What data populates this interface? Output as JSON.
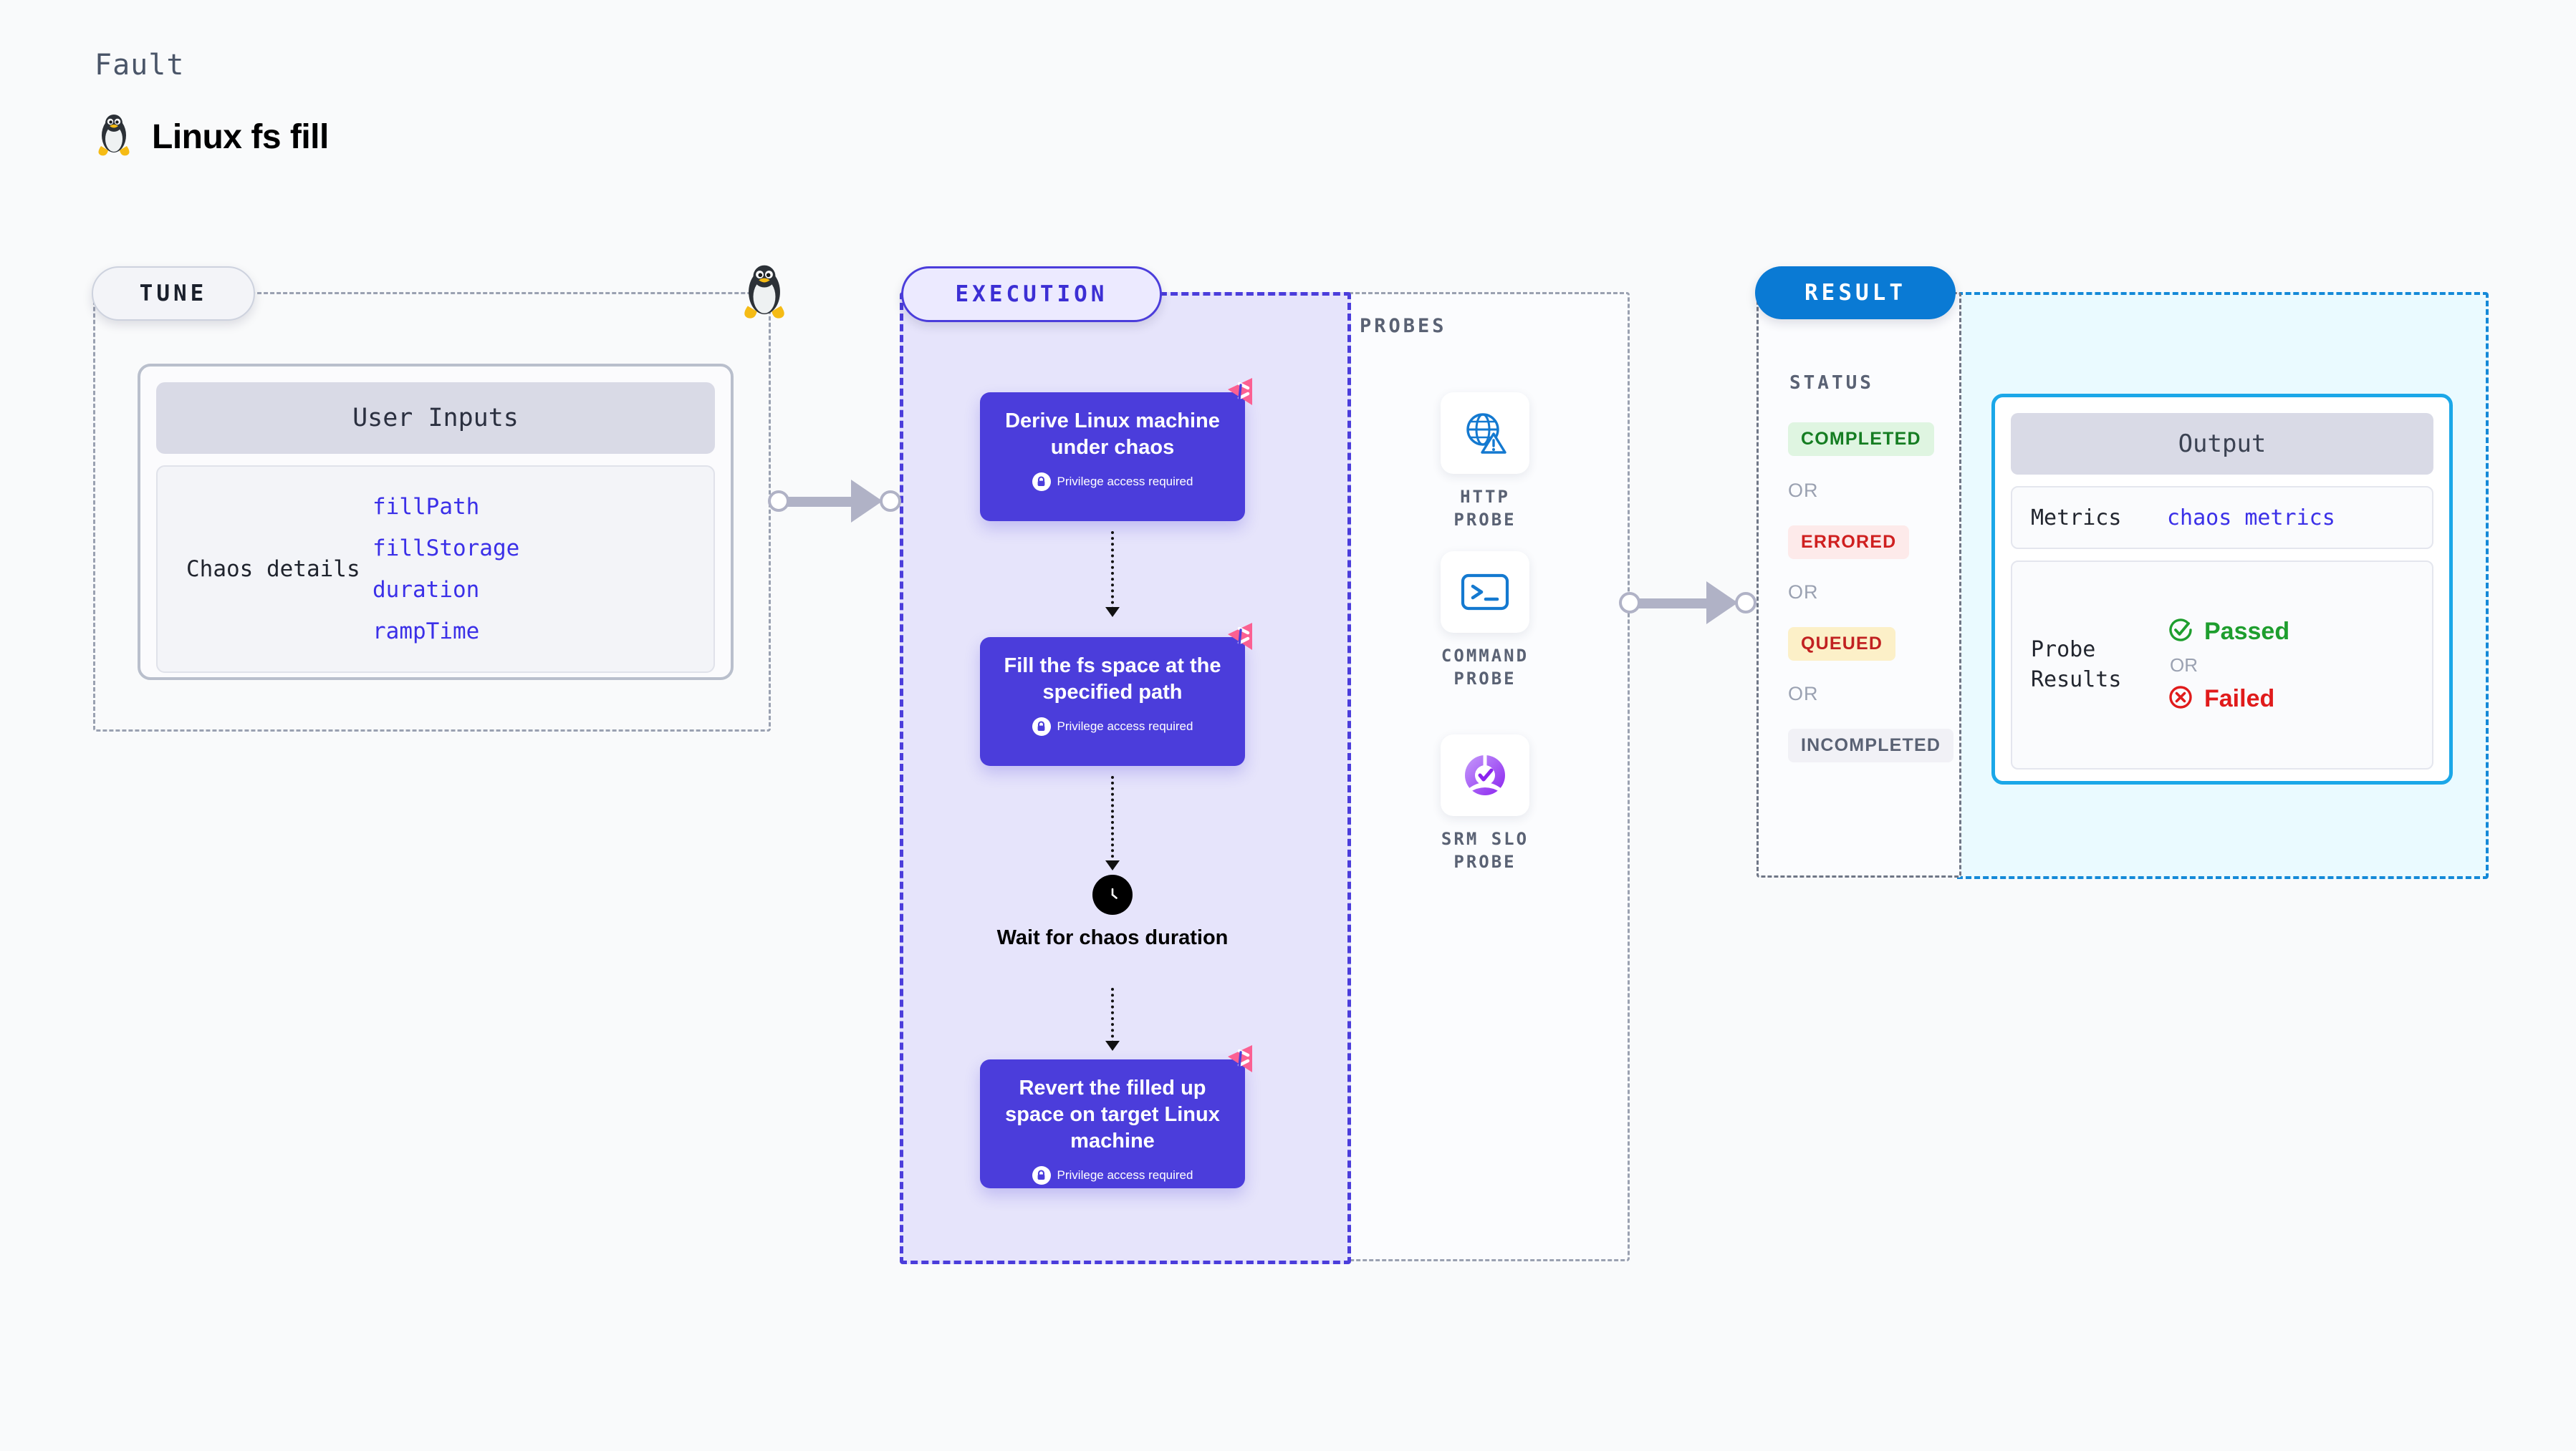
{
  "header": {
    "fault_label": "Fault",
    "fault_title": "Linux fs fill",
    "fault_icon": "linux-penguin-icon"
  },
  "tune": {
    "pill_label": "TUNE",
    "border_icon": "linux-penguin-icon",
    "card": {
      "header": "User Inputs",
      "row_label": "Chaos details",
      "params": [
        "fillPath",
        "fillStorage",
        "duration",
        "rampTime"
      ]
    }
  },
  "execution": {
    "pill_label": "EXECUTION",
    "steps": [
      {
        "title": "Derive Linux machine under chaos",
        "privilege": "Privilege access required",
        "badge": "harness-logo-icon",
        "lock": "lock-icon"
      },
      {
        "title": "Fill the fs space at the specified path",
        "privilege": "Privilege access required",
        "badge": "harness-logo-icon",
        "lock": "lock-icon"
      },
      {
        "title": "Revert the filled up space on target Linux machine",
        "privilege": "Privilege access required",
        "badge": "harness-logo-icon",
        "lock": "lock-icon"
      }
    ],
    "wait": {
      "label": "Wait for chaos duration",
      "icon": "clock-icon"
    }
  },
  "probes": {
    "section_label": "PROBES",
    "items": [
      {
        "name": "HTTP PROBE",
        "icon": "globe-warning-icon"
      },
      {
        "name": "COMMAND PROBE",
        "icon": "terminal-prompt-icon"
      },
      {
        "name": "SRM SLO PROBE",
        "icon": "slo-check-icon"
      }
    ]
  },
  "result": {
    "pill_label": "RESULT",
    "status_label": "STATUS",
    "or_label": "OR",
    "statuses": [
      {
        "label": "COMPLETED",
        "bg": "#dff5e1",
        "fg": "#157d22"
      },
      {
        "label": "ERRORED",
        "bg": "#fdeaea",
        "fg": "#cf2020"
      },
      {
        "label": "QUEUED",
        "bg": "#fcf0c8",
        "fg": "#c12121"
      },
      {
        "label": "INCOMPLETED",
        "bg": "#f1f1f6",
        "fg": "#5a6274"
      }
    ],
    "output": {
      "header": "Output",
      "metrics_label": "Metrics",
      "metrics_value": "chaos metrics",
      "probe_results_label": "Probe Results",
      "passed_label": "Passed",
      "failed_label": "Failed",
      "or_label": "OR",
      "passed_icon": "check-circle-icon",
      "failed_icon": "x-circle-icon"
    }
  },
  "colors": {
    "accent_purple": "#4b3ddb",
    "accent_blue": "#0a7ad4",
    "accent_cyan": "#1ba7e8",
    "param_blue": "#3b30e8",
    "harness_pink": "#fb6092",
    "connector_gray": "#b0b2c6",
    "page_bg": "#f9fafb"
  }
}
